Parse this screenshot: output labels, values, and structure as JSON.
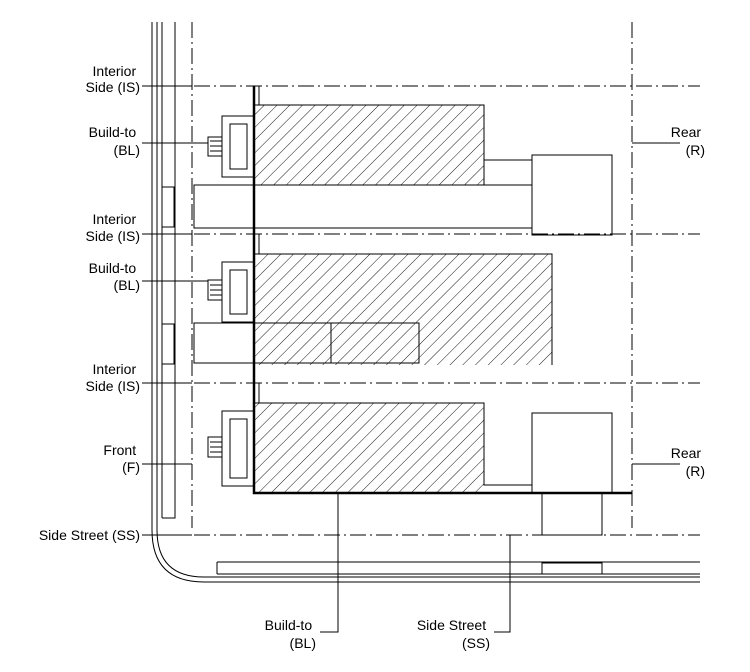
{
  "labels": {
    "interior_side_1": [
      "Interior",
      "Side (IS)"
    ],
    "build_to_1": [
      "Build-to",
      "(BL)"
    ],
    "interior_side_2": [
      "Interior",
      "Side (IS)"
    ],
    "build_to_2": [
      "Build-to",
      "(BL)"
    ],
    "interior_side_3": [
      "Interior",
      "Side (IS)"
    ],
    "front": [
      "Front",
      "(F)"
    ],
    "side_street_left": "Side Street (SS)",
    "rear_top": [
      "Rear",
      "(R)"
    ],
    "rear_bottom": [
      "Rear",
      "(R)"
    ],
    "build_to_bottom": [
      "Build-to",
      "(BL)"
    ],
    "side_street_bottom": [
      "Side Street",
      "(SS)"
    ]
  }
}
